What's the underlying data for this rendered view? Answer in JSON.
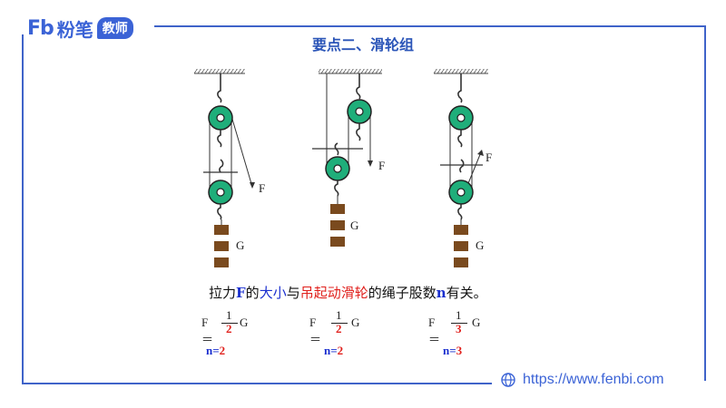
{
  "logo": {
    "brand": "Fb",
    "name": "粉笔",
    "badge": "教师"
  },
  "title": "要点二、滑轮组",
  "labels": {
    "force": "F",
    "weight": "G"
  },
  "sentence": {
    "part1": "拉力",
    "f": "F",
    "part2": "的",
    "size": "大小",
    "part3": "与",
    "lift": "吊起",
    "moving": "动滑轮",
    "part4": "的绳子股数",
    "n": "n",
    "part5": "有关。"
  },
  "formulas": [
    {
      "lhs": "F＝",
      "num": "1",
      "den": "2",
      "rhs": "G",
      "n_label": "n=",
      "n_value": "2"
    },
    {
      "lhs": "F＝",
      "num": "1",
      "den": "2",
      "rhs": "G",
      "n_label": "n=",
      "n_value": "2"
    },
    {
      "lhs": "F＝",
      "num": "1",
      "den": "3",
      "rhs": "G",
      "n_label": "n=",
      "n_value": "3"
    }
  ],
  "footer": {
    "url": "https://www.fenbi.com"
  },
  "colors": {
    "accent": "#3b63d6",
    "pulley": "#1fae7a",
    "weight": "#7a4a1e",
    "highlight": "#e0201c"
  }
}
